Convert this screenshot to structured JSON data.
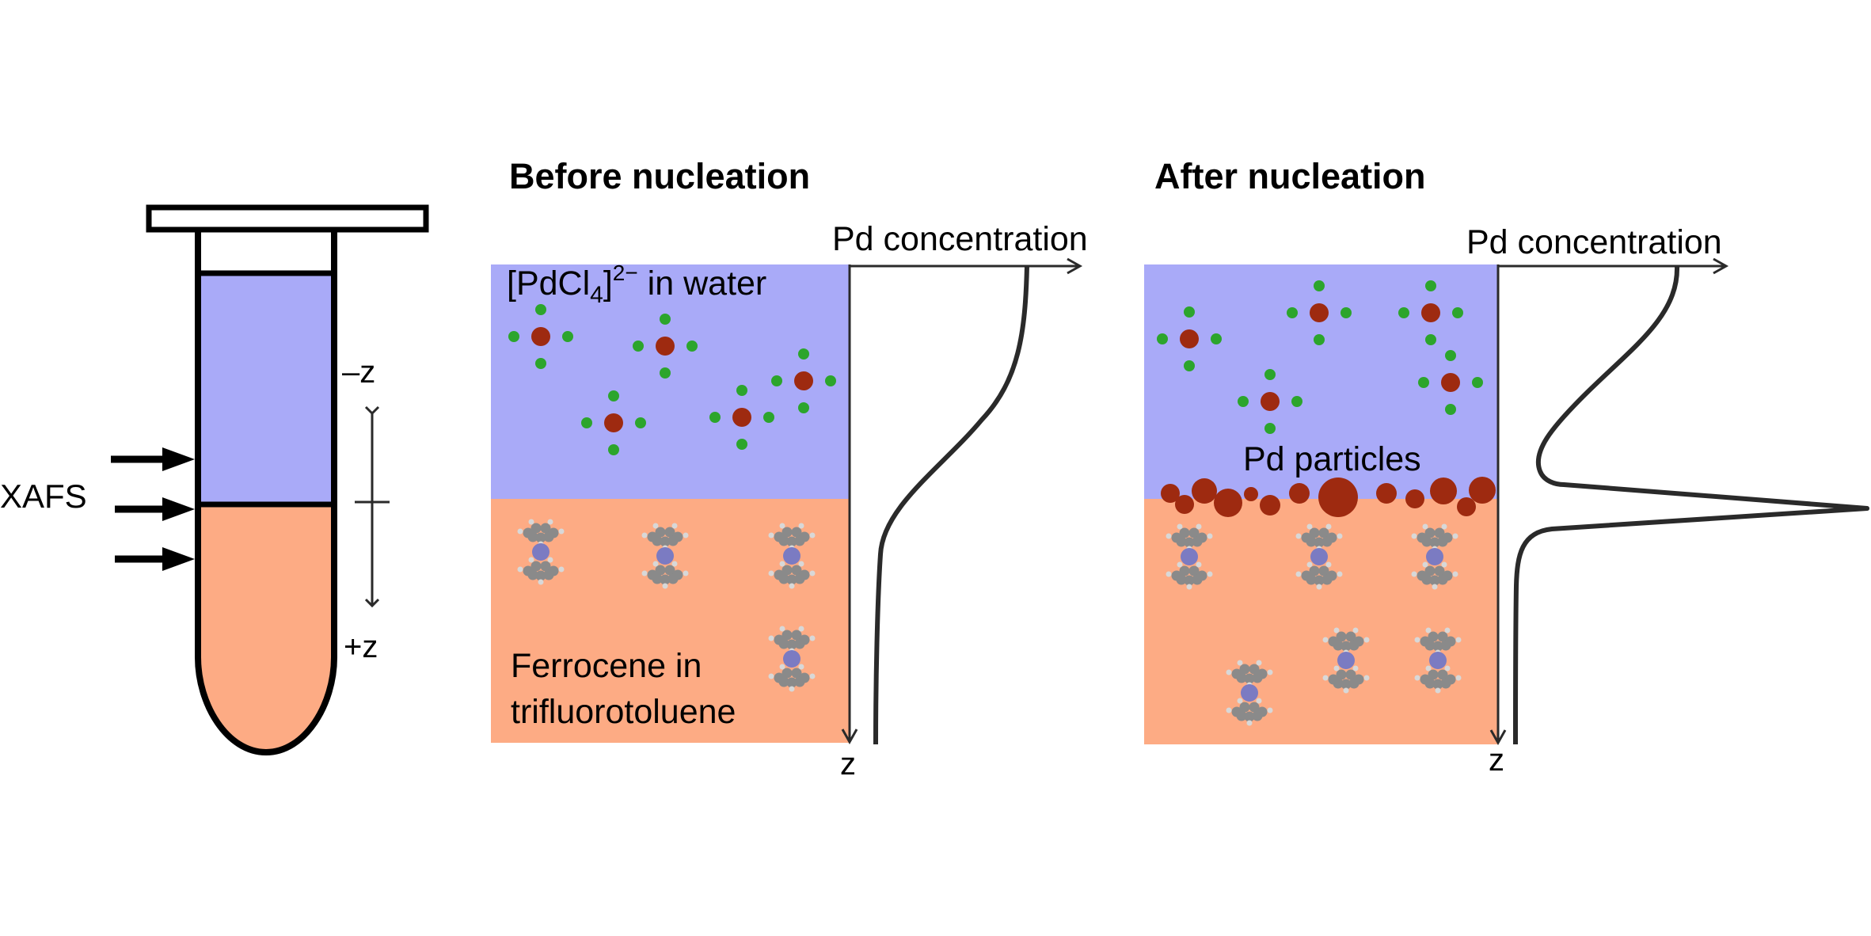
{
  "titles": {
    "before": "Before nucleation",
    "after": "After nucleation"
  },
  "tube": {
    "probe_label": "XAFS",
    "minus_z": "–z",
    "plus_z": "+z"
  },
  "before_panel": {
    "axis_title": "Pd concentration",
    "z_label": "z",
    "aqueous_label_main": "[PdCl",
    "aqueous_label_sub": "4",
    "aqueous_label_bracket": "]",
    "aqueous_label_sup": "2−",
    "aqueous_label_tail": " in water",
    "organic_label_line1": "Ferrocene in",
    "organic_label_line2": "trifluorotoluene"
  },
  "after_panel": {
    "axis_title": "Pd concentration",
    "z_label": "z",
    "particles_label": "Pd particles"
  },
  "colors": {
    "aqueous": "#a9aaf8",
    "organic": "#fdab84",
    "pd_atom": "#9e2a10",
    "cl_atom": "#2ca52c",
    "fe_atom": "#7b7bc2",
    "c_atom": "#8a8a8a",
    "h_atom": "#d8d8d8",
    "line": "#2a2a2a"
  }
}
